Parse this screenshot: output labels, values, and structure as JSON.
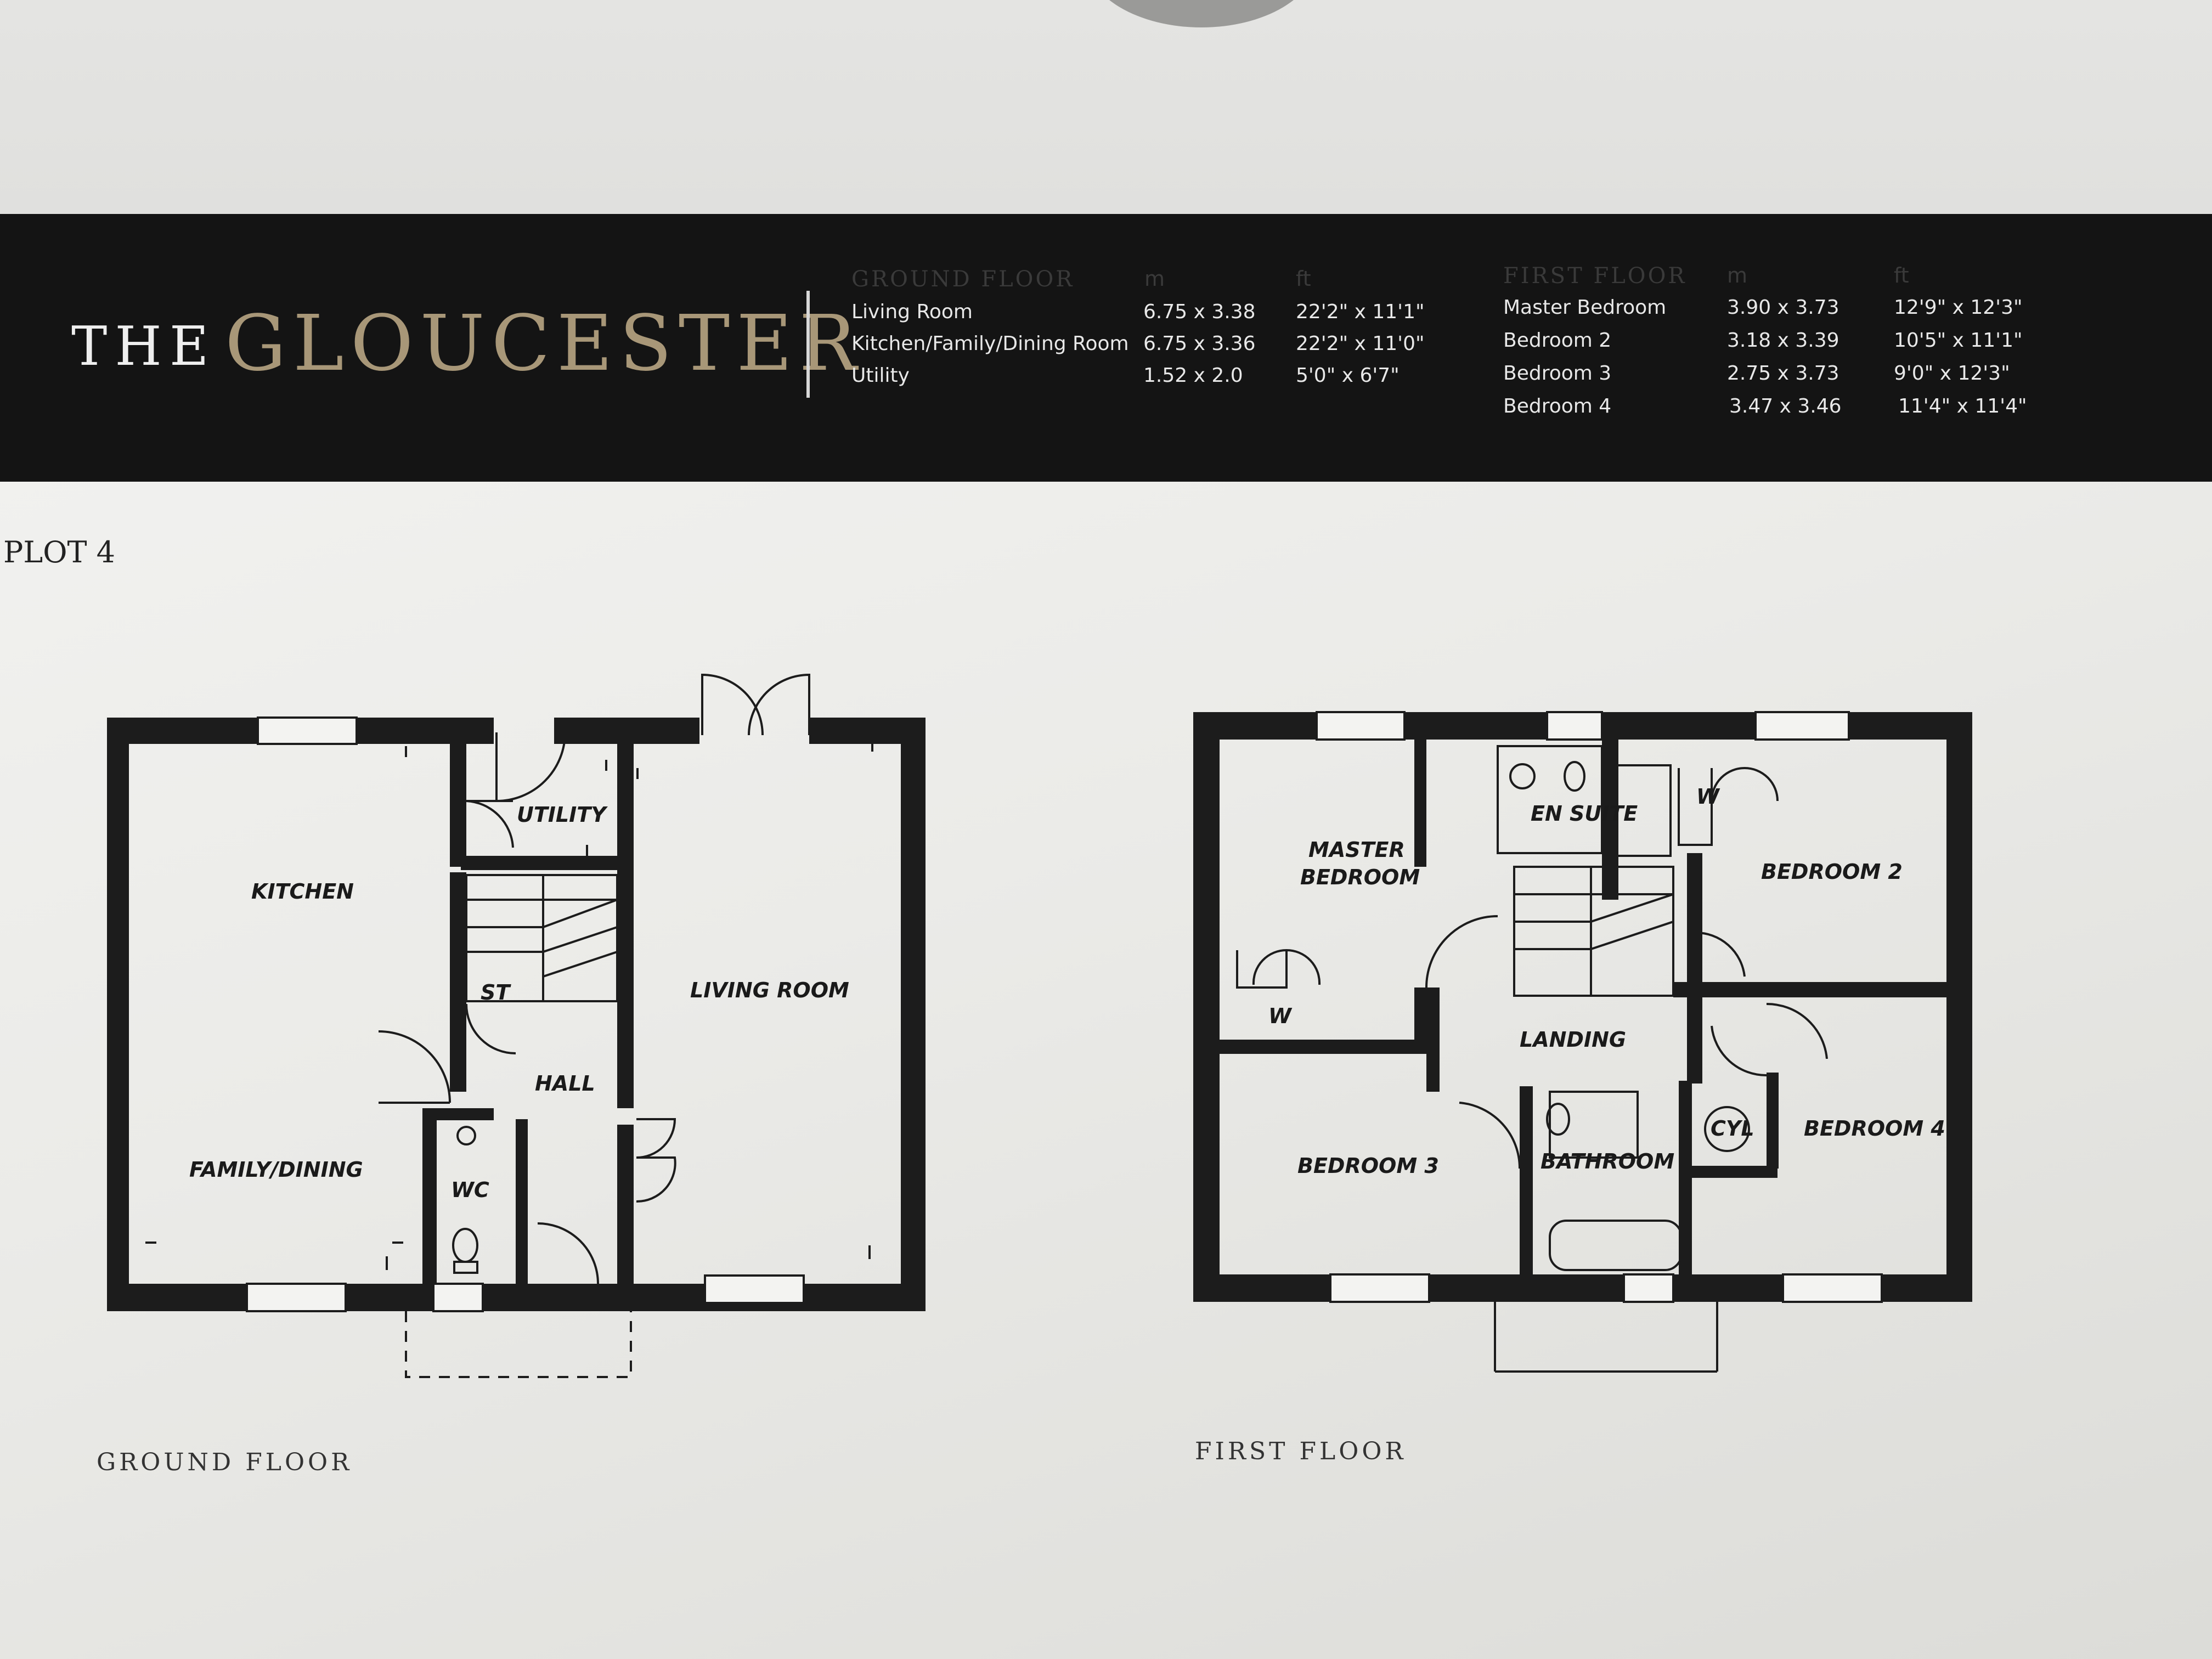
{
  "title": {
    "prefix": "THE",
    "name": "GLOUCESTER"
  },
  "schedule": {
    "ground": {
      "heading": "GROUND FLOOR",
      "unit_m": "m",
      "unit_ft": "ft",
      "rows": [
        {
          "room": "Living Room",
          "m": "6.75 x 3.38",
          "ft": "22'2\" x 11'1\""
        },
        {
          "room": "Kitchen/Family/Dining Room",
          "m": "6.75 x 3.36",
          "ft": "22'2\" x 11'0\""
        },
        {
          "room": "Utility",
          "m": "1.52 x 2.0",
          "ft": "5'0\" x 6'7\""
        }
      ]
    },
    "first": {
      "heading": "FIRST FLOOR",
      "unit_m": "m",
      "unit_ft": "ft",
      "rows": [
        {
          "room": "Master Bedroom",
          "m": "3.90 x 3.73",
          "ft": "12'9\" x 12'3\""
        },
        {
          "room": "Bedroom 2",
          "m": "3.18 x 3.39",
          "ft": "10'5\" x 11'1\""
        },
        {
          "room": "Bedroom 3",
          "m": "2.75 x 3.73",
          "ft": "9'0\" x 12'3\""
        },
        {
          "room": "Bedroom 4",
          "m": "3.47 x 3.46",
          "ft": "11'4\" x 11'4\""
        }
      ]
    }
  },
  "plot": "PLOT 4",
  "ground_rooms": {
    "kitchen": "KITCHEN",
    "family_dining": "FAMILY/DINING",
    "utility": "UTILITY",
    "store": "ST",
    "hall": "HALL",
    "wc": "WC",
    "living": "LIVING ROOM"
  },
  "first_rooms": {
    "master_1": "MASTER",
    "master_2": "BEDROOM",
    "en_suite": "EN SUITE",
    "wardrobe_master": "W",
    "wardrobe_bed2": "W",
    "bedroom2": "BEDROOM 2",
    "landing": "LANDING",
    "bedroom3": "BEDROOM 3",
    "bathroom": "BATHROOM",
    "cylinder": "CYL",
    "bedroom4": "BEDROOM 4"
  },
  "floor_labels": {
    "ground": "GROUND FLOOR",
    "first": "FIRST FLOOR"
  },
  "colors": {
    "header": "#141414",
    "title_accent": "#a89778",
    "wall": "#1c1c1c",
    "paper": "#efefec"
  }
}
